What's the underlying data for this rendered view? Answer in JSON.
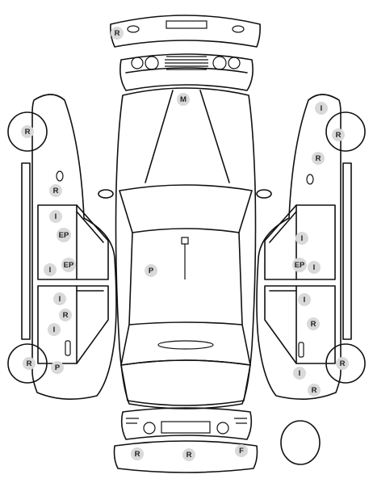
{
  "colors": {
    "line": "#111111",
    "marker_fill": "#d9d9d9",
    "marker_text": "#222222"
  },
  "markers": [
    {
      "id": "rear-bumper-top-r",
      "code": "R"
    },
    {
      "id": "hood-m",
      "code": "M"
    },
    {
      "id": "left-front-wheel-r",
      "code": "R"
    },
    {
      "id": "left-fender-r",
      "code": "R"
    },
    {
      "id": "left-front-door-i",
      "code": "I"
    },
    {
      "id": "left-front-door-ep",
      "code": "EP"
    },
    {
      "id": "left-front-door-i2",
      "code": "I"
    },
    {
      "id": "left-front-door-ep2",
      "code": "EP"
    },
    {
      "id": "left-rear-door-i",
      "code": "I"
    },
    {
      "id": "left-rear-door-r",
      "code": "R"
    },
    {
      "id": "left-rear-door-i2",
      "code": "I"
    },
    {
      "id": "left-rear-wheel-r",
      "code": "R"
    },
    {
      "id": "left-rear-quarter-p",
      "code": "P"
    },
    {
      "id": "roof-p",
      "code": "P"
    },
    {
      "id": "right-front-fender-i",
      "code": "I"
    },
    {
      "id": "right-front-wheel-r",
      "code": "R"
    },
    {
      "id": "right-fender-r",
      "code": "R"
    },
    {
      "id": "right-front-door-i",
      "code": "I"
    },
    {
      "id": "right-front-door-ep",
      "code": "EP"
    },
    {
      "id": "right-front-door-i2",
      "code": "I"
    },
    {
      "id": "right-rear-door-i",
      "code": "I"
    },
    {
      "id": "right-rear-door-r",
      "code": "R"
    },
    {
      "id": "right-rear-wheel-r",
      "code": "R"
    },
    {
      "id": "right-rear-quarter-i",
      "code": "I"
    },
    {
      "id": "right-rear-quarter-r",
      "code": "R"
    },
    {
      "id": "front-bumper-r-left",
      "code": "R"
    },
    {
      "id": "front-bumper-r-mid",
      "code": "R"
    },
    {
      "id": "front-bumper-f",
      "code": "F"
    }
  ]
}
